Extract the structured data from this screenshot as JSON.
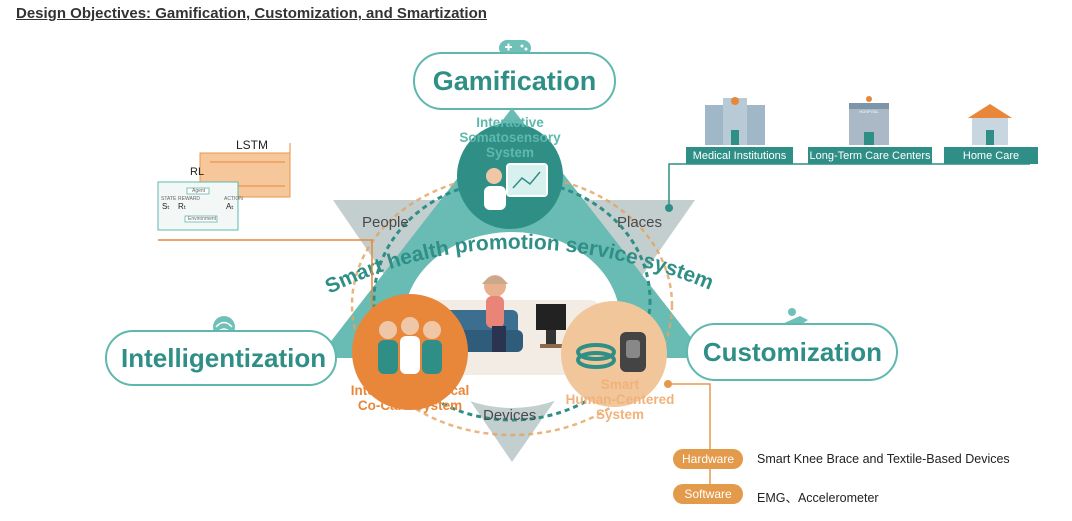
{
  "heading": "Design Objectives: Gamification, Customization, and Smartization",
  "pillars": {
    "gamification": "Gamification",
    "intelligentization": "Intelligentization",
    "customization": "Customization"
  },
  "categories": {
    "people": "People",
    "places": "Places",
    "devices": "Devices"
  },
  "center_title": "Smart health promotion service system",
  "systems": {
    "interactive": [
      "Interactive",
      "Somatosensory",
      "System"
    ],
    "medical": [
      "Integrated Medical",
      "Co-Care System"
    ],
    "smart": [
      "Smart",
      "Human-Centered",
      "System"
    ]
  },
  "places": [
    "Medical Institutions",
    "Long-Term Care Centers",
    "Home Care"
  ],
  "hospital_sign": "HOSPITAL",
  "ai_models": {
    "lstm": "LSTM",
    "rl": "RL",
    "agent": "Agent",
    "environment": "Environment",
    "state_label": "STATE",
    "reward_label": "REWARD",
    "action_label": "ACTION",
    "state": "Sₜ",
    "reward": "Rₜ",
    "action": "Aₜ"
  },
  "tags": [
    {
      "label": "Hardware",
      "text": "Smart Knee Brace and Textile-Based Devices"
    },
    {
      "label": "Software",
      "text": "EMG、Accelerometer"
    }
  ],
  "colors": {
    "teal": "#2f8f86",
    "teal_light": "#5fb8ad",
    "orange": "#e8873a",
    "peach": "#f1c69b",
    "grey": "#b9c6c6"
  },
  "icons": [
    "gamepad-icon",
    "brain-icon",
    "care-hand-icon"
  ]
}
